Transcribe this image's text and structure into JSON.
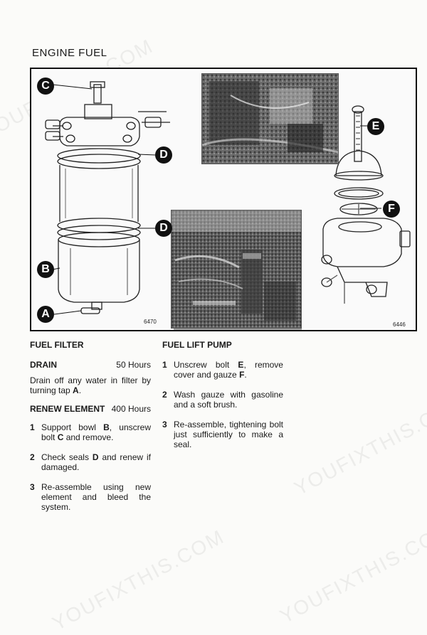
{
  "page": {
    "title": "ENGINE FUEL"
  },
  "figure": {
    "fig_left_number": "6470",
    "fig_right_number": "6446",
    "callouts": {
      "a": "A",
      "b": "B",
      "c": "C",
      "d1": "D",
      "d2": "D",
      "e": "E",
      "f": "F"
    }
  },
  "fuel_filter": {
    "heading": "FUEL FILTER",
    "drain_label": "DRAIN",
    "drain_interval": "50 Hours",
    "drain_text_1": "Drain off any water in filter by turning tap ",
    "drain_text_bold": "A",
    "drain_text_2": ".",
    "renew_label": "RENEW ELEMENT",
    "renew_interval": "400 Hours",
    "steps": [
      {
        "num": "1",
        "t1": "Support bowl ",
        "b1": "B",
        "t2": ", unscrew bolt ",
        "b2": "C",
        "t3": " and remove."
      },
      {
        "num": "2",
        "t1": "Check seals ",
        "b1": "D",
        "t2": " and renew if damaged."
      },
      {
        "num": "3",
        "t1": "Re-assemble using new element and bleed the system."
      }
    ]
  },
  "fuel_lift_pump": {
    "heading": "FUEL LIFT PUMP",
    "steps": [
      {
        "num": "1",
        "t1": "Unscrew bolt ",
        "b1": "E",
        "t2": ", remove cover and gauze ",
        "b2": "F",
        "t3": "."
      },
      {
        "num": "2",
        "t1": "Wash gauze with gasoline and a soft brush."
      },
      {
        "num": "3",
        "t1": "Re-assemble, tightening bolt just sufficiently to make a seal."
      }
    ]
  },
  "watermark": {
    "text": "YOUFIXTHIS.COM"
  }
}
